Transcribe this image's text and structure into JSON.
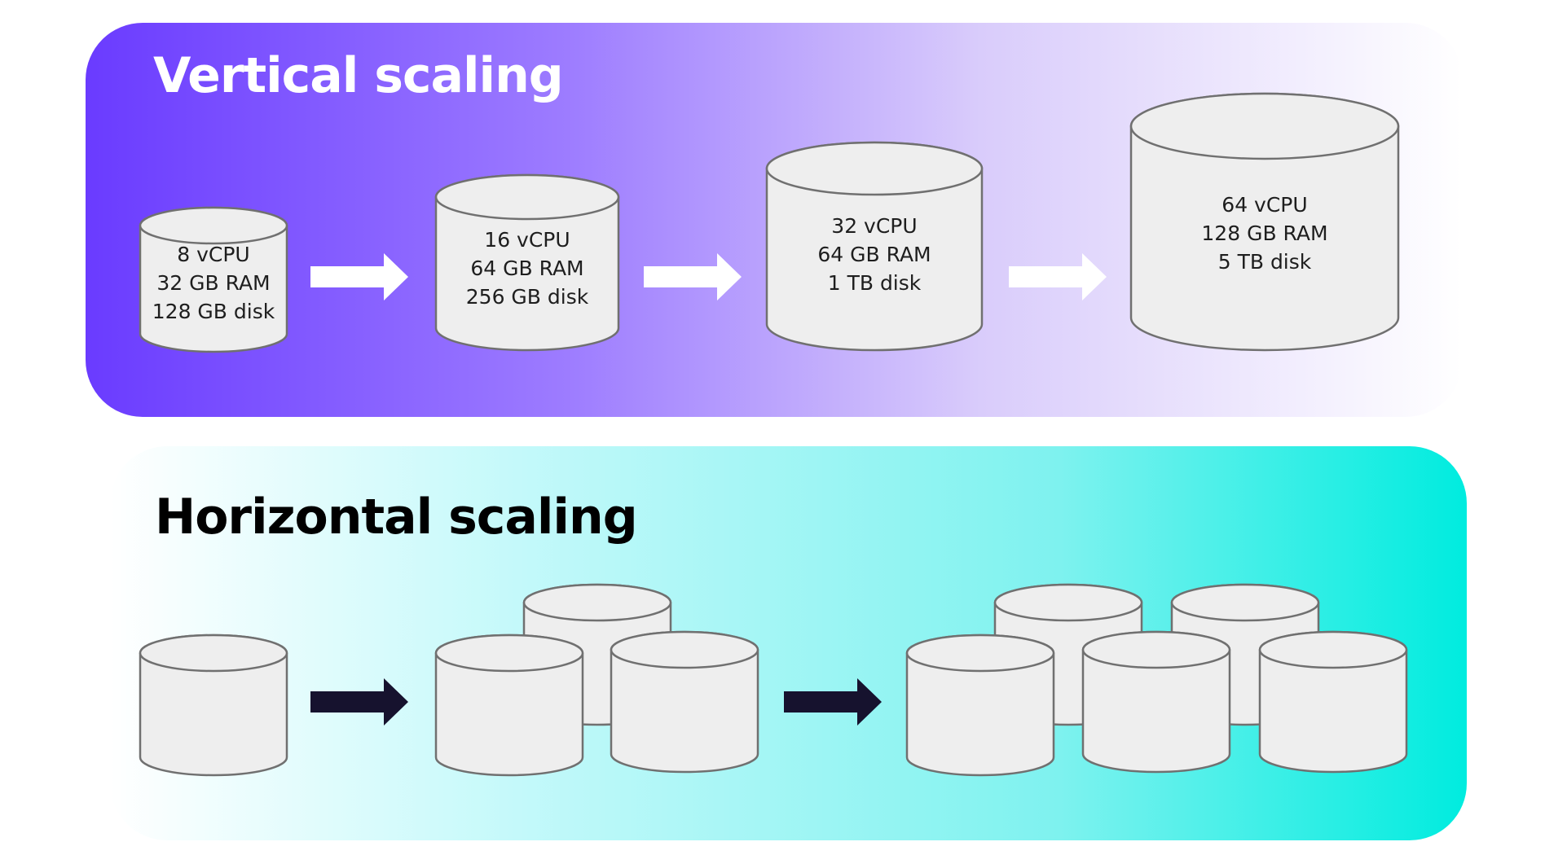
{
  "vertical": {
    "title": "Vertical scaling",
    "gradient": [
      "#6a3bff",
      "#9d7cff",
      "#d9ccfb",
      "#ffffff"
    ],
    "arrow_color": "#ffffff",
    "servers": [
      {
        "lines": [
          "8 vCPU",
          "32 GB RAM",
          "128 GB disk"
        ]
      },
      {
        "lines": [
          "16 vCPU",
          "64 GB RAM",
          "256 GB disk"
        ]
      },
      {
        "lines": [
          "32 vCPU",
          "64 GB RAM",
          "1 TB disk"
        ]
      },
      {
        "lines": [
          "64 vCPU",
          "128 GB RAM",
          "5 TB disk"
        ]
      }
    ]
  },
  "horizontal": {
    "title": "Horizontal scaling",
    "gradient": [
      "#ffffff",
      "#c4f9fa",
      "#7ef2ef",
      "#00ecdf"
    ],
    "arrow_color": "#16122e",
    "stages": [
      {
        "server_count": 1
      },
      {
        "server_count": 3
      },
      {
        "server_count": 5
      }
    ]
  },
  "colors": {
    "cylinder_fill": "#eeeeee",
    "cylinder_stroke": "#707070"
  }
}
